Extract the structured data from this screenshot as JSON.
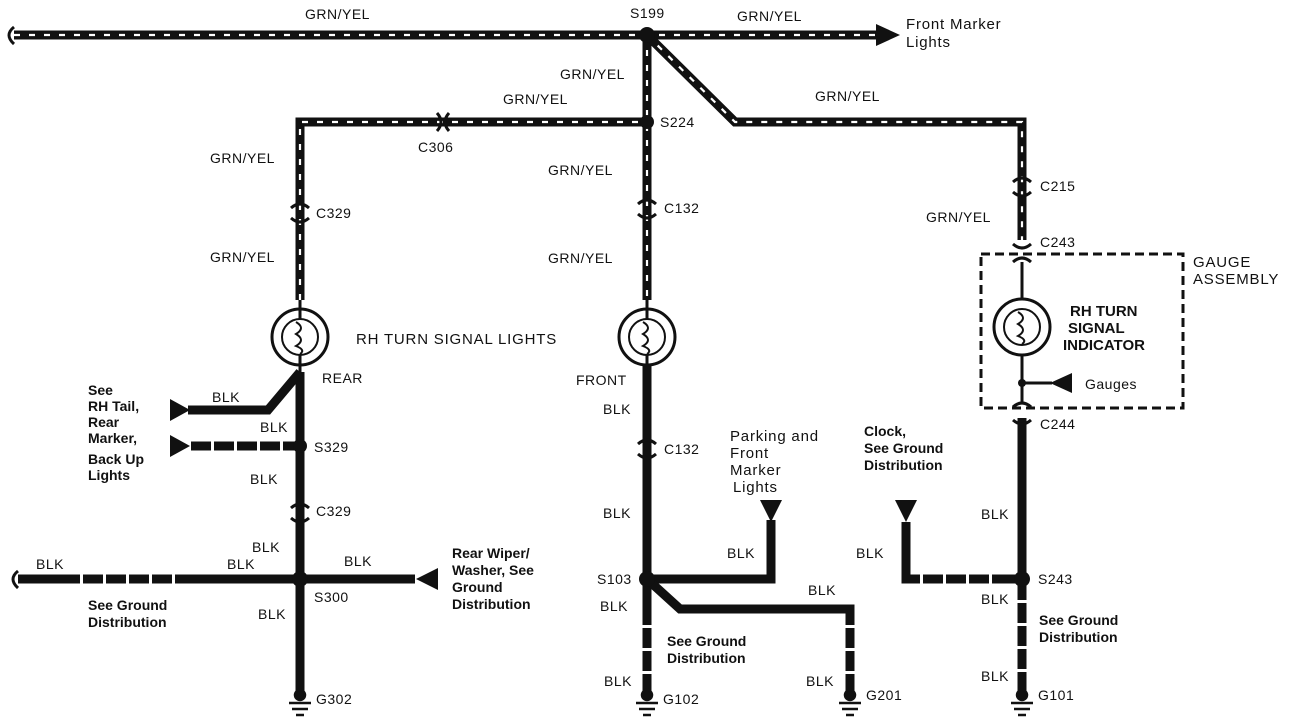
{
  "wires": {
    "grn_yel_top_left": "GRN/YEL",
    "grn_yel_top_right": "GRN/YEL",
    "grn_yel_s199_down": "GRN/YEL",
    "grn_yel_c306": "GRN/YEL",
    "grn_yel_diag": "GRN/YEL",
    "grn_yel_left_upper": "GRN/YEL",
    "grn_yel_left_lower": "GRN/YEL",
    "grn_yel_mid_upper": "GRN/YEL",
    "grn_yel_mid_lower": "GRN/YEL",
    "grn_yel_right": "GRN/YEL",
    "blk_rear_tail": "BLK",
    "blk_rear_marker": "BLK",
    "blk_left_s329_down": "BLK",
    "blk_left_above_s300": "BLK",
    "blk_far_left": "BLK",
    "blk_left_ground_run": "BLK",
    "blk_rear_wiper": "BLK",
    "blk_left_below_s300": "BLK",
    "blk_mid_front": "BLK",
    "blk_mid_lower": "BLK",
    "blk_mid_parking": "BLK",
    "blk_mid_g201_run": "BLK",
    "blk_mid_below_s103": "BLK",
    "blk_mid_g102": "BLK",
    "blk_g201": "BLK",
    "blk_clock": "BLK",
    "blk_right_upper": "BLK",
    "blk_right_below_s243": "BLK",
    "blk_right_g101": "BLK"
  },
  "splices": {
    "s199": "S199",
    "s224": "S224",
    "s329": "S329",
    "s300": "S300",
    "s103": "S103",
    "s243": "S243"
  },
  "connectors": {
    "c306": "C306",
    "c329_upper": "C329",
    "c329_lower": "C329",
    "c132_upper": "C132",
    "c132_lower": "C132",
    "c215": "C215",
    "c243": "C243",
    "c244": "C244"
  },
  "grounds": {
    "g302": "G302",
    "g102": "G102",
    "g201": "G201",
    "g101": "G101"
  },
  "components": {
    "rh_turn_signal_lights": "RH TURN SIGNAL LIGHTS",
    "rear": "REAR",
    "front": "FRONT",
    "gauge_assembly": [
      "GAUGE",
      "ASSEMBLY"
    ],
    "rh_turn_signal_indicator": [
      "RH TURN",
      "SIGNAL",
      "INDICATOR"
    ],
    "gauges": "Gauges"
  },
  "notes": {
    "front_marker_lights": [
      "Front Marker",
      "Lights"
    ],
    "see_rh_tail": [
      "See",
      "RH Tail,",
      "Rear",
      "Marker,",
      "Back Up",
      "Lights"
    ],
    "parking_front_marker": [
      "Parking and",
      "Front",
      "Marker",
      "Lights"
    ],
    "clock_ground": [
      "Clock,",
      "See Ground",
      "Distribution"
    ],
    "rear_wiper": [
      "Rear Wiper/",
      "Washer, See",
      "Ground",
      "Distribution"
    ],
    "see_ground_left": [
      "See Ground",
      "Distribution"
    ],
    "see_ground_mid": [
      "See Ground",
      "Distribution"
    ],
    "see_ground_right": [
      "See Ground",
      "Distribution"
    ]
  }
}
